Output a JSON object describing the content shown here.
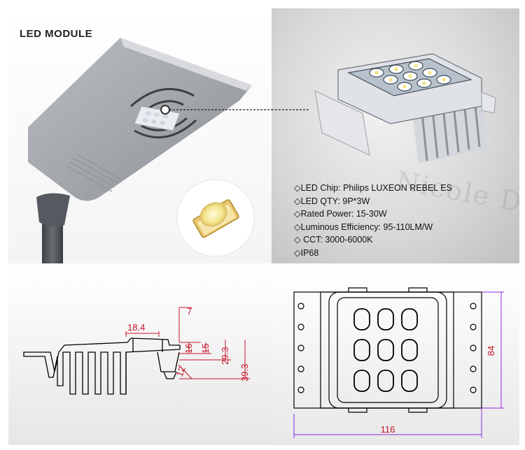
{
  "header": {
    "title": "LED MODULE"
  },
  "specs": [
    {
      "label": "LED Chip:",
      "value": "Philips LUXEON REBEL ES"
    },
    {
      "label": "LED QTY:",
      "value": "9P*3W"
    },
    {
      "label": "Rated Power:",
      "value": "15-30W"
    },
    {
      "label": "Luminous Efficiency:",
      "value": "95-110LM/W"
    },
    {
      "label": "CCT:",
      "value": "3000-6000K"
    },
    {
      "label": "IP68",
      "value": ""
    }
  ],
  "watermark": "Nicole Design",
  "icons": {
    "bullet": "◇",
    "bullet_name": "diamond-bullet-icon"
  },
  "side_dims": {
    "d1": "7",
    "d2": "18.4",
    "d3": "16",
    "d4": "15",
    "d5": "29.3",
    "d6": "39.3",
    "d7": "12"
  },
  "top_dims": {
    "width": "116",
    "height": "84"
  },
  "colors": {
    "dimension_red": "#c8142a",
    "dimension_purple": "#8a2be2",
    "panel_gray": "#d6d6d6"
  }
}
